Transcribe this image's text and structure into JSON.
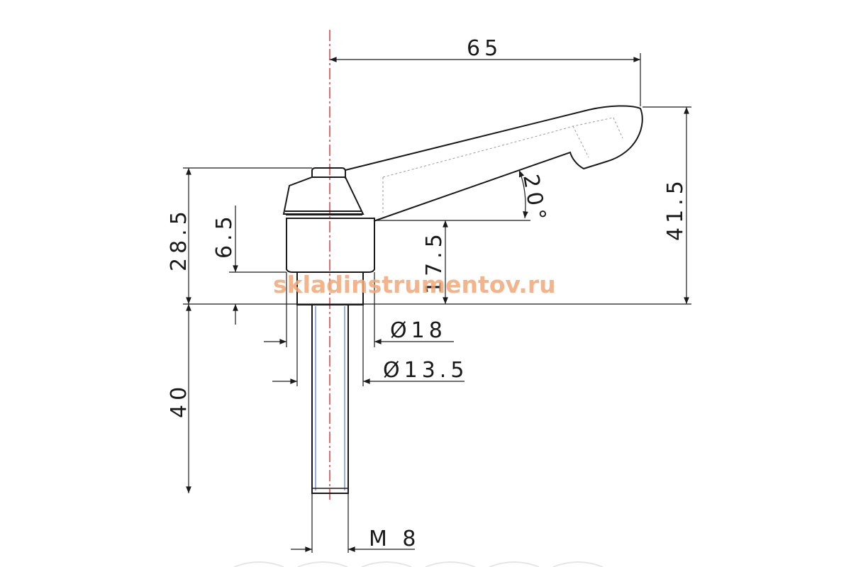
{
  "watermark": "skladinstrumentov.ru",
  "dimensions": {
    "length": "65",
    "total_height": "41.5",
    "handle_height": "28.5",
    "step_height": "6.5",
    "lever_base_height": "17.5",
    "angle": "20°",
    "diameter_outer": "Ø18",
    "diameter_inner": "Ø13.5",
    "stud_length": "40",
    "thread": "M 8"
  },
  "colors": {
    "outline": "#1a1a1a",
    "centerline": "#d62020",
    "thread": "#6f8fd8",
    "watermark": "#f2a877"
  }
}
